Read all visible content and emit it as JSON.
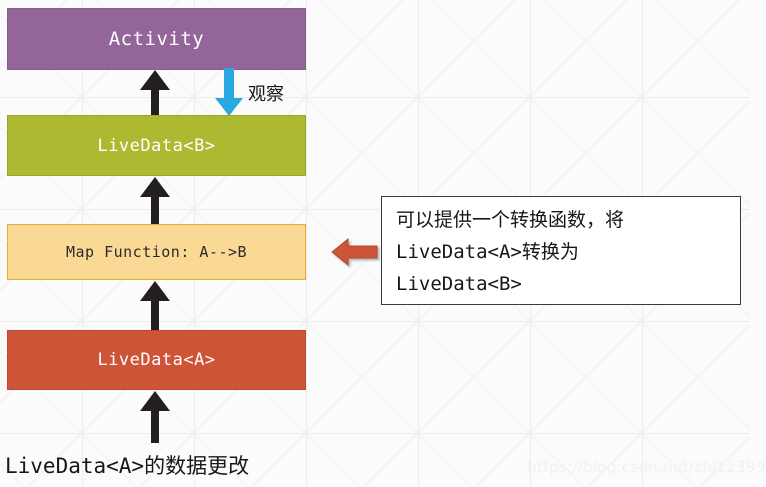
{
  "diagram": {
    "nodes": [
      {
        "id": "activity",
        "label": "Activity",
        "color": "#946599"
      },
      {
        "id": "livedata_b",
        "label": "LiveData<B>",
        "color": "#aeb932"
      },
      {
        "id": "map_function",
        "label": "Map Function: A-->B",
        "color": "#fad995"
      },
      {
        "id": "livedata_a",
        "label": "LiveData<A>",
        "color": "#ce5438"
      }
    ],
    "edges": [
      {
        "id": "observe",
        "label": "观察",
        "color": "#2ba8e0",
        "direction": "down"
      },
      {
        "id": "livedata_b_to_activity",
        "label": "",
        "color": "#231f20",
        "direction": "up"
      },
      {
        "id": "map_to_livedata_b",
        "label": "",
        "color": "#231f20",
        "direction": "up"
      },
      {
        "id": "livedata_a_to_map",
        "label": "",
        "color": "#231f20",
        "direction": "up"
      },
      {
        "id": "update_to_livedata_a",
        "label": "",
        "color": "#231f20",
        "direction": "up"
      }
    ],
    "callout": {
      "pointer_color": "#ce5438",
      "lines": [
        "可以提供一个转换函数，将",
        "LiveData<A>转换为",
        "LiveData<B>"
      ]
    },
    "caption": "LiveData<A>的数据更改",
    "watermark": "https://blog.csdn.net/zhj12399"
  }
}
